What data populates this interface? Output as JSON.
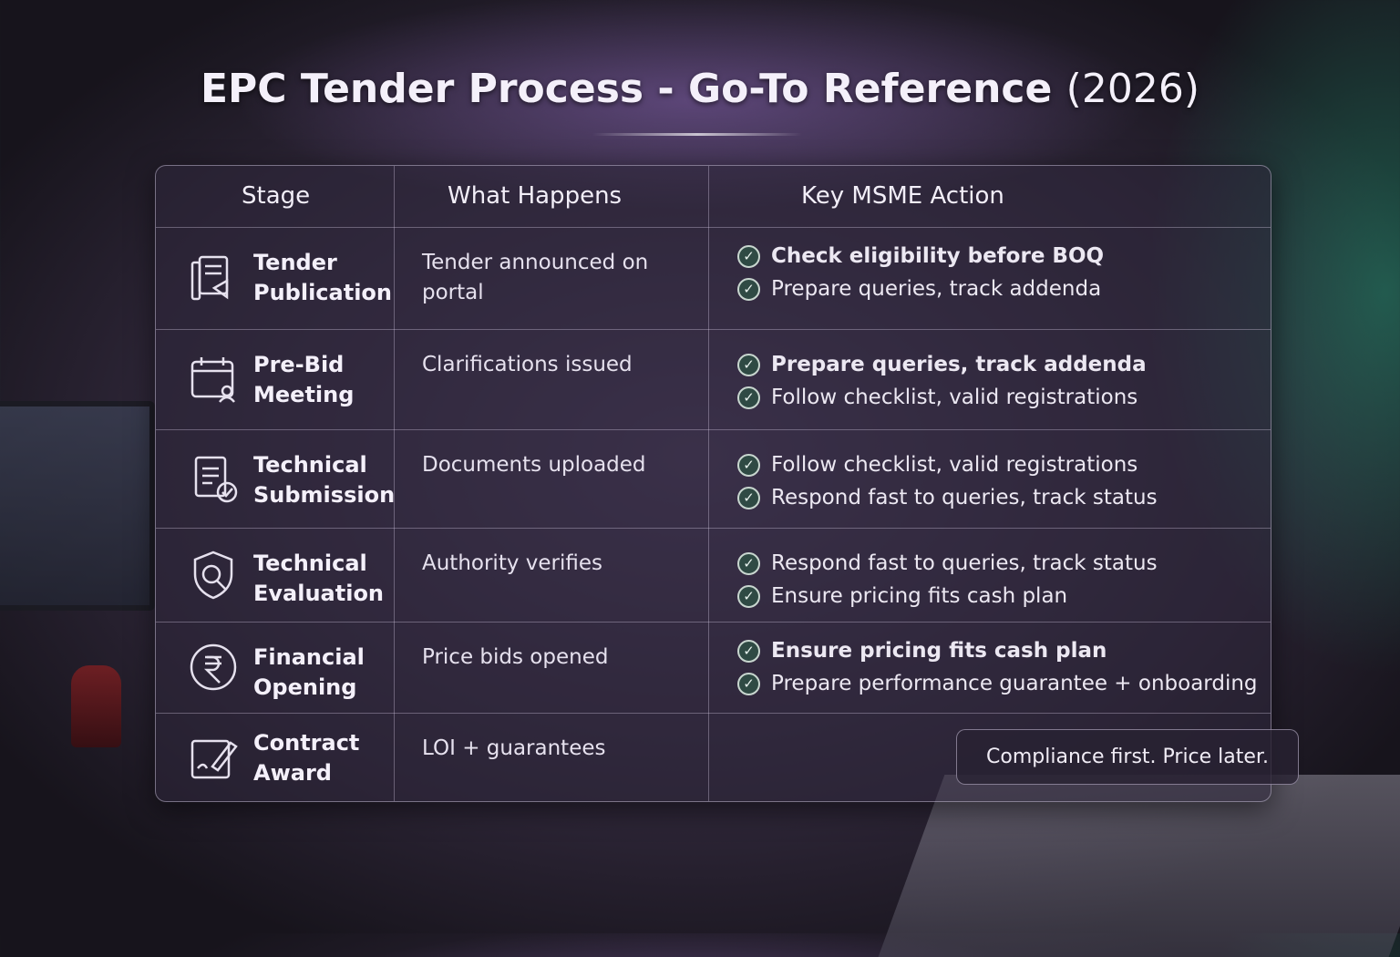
{
  "title": {
    "main": "EPC Tender Process - Go-To Reference",
    "year": "(2026)"
  },
  "headers": [
    "Stage",
    "What Happens",
    "Key MSME Action"
  ],
  "rows": [
    {
      "icon": "tender-document-icon",
      "stage": [
        "Tender",
        "Publication"
      ],
      "what": "Tender announced on portal",
      "actions": [
        {
          "text": "Check eligibility before BOQ",
          "bold": true
        },
        {
          "text": "Prepare queries, track addenda",
          "bold": false
        }
      ]
    },
    {
      "icon": "calendar-meeting-icon",
      "stage": [
        "Pre-Bid",
        "Meeting"
      ],
      "what": "Clarifications issued",
      "actions": [
        {
          "text": "Prepare queries, track addenda",
          "bold": true
        },
        {
          "text": "Follow checklist, valid registrations",
          "bold": false
        }
      ]
    },
    {
      "icon": "document-check-icon",
      "stage": [
        "Technical",
        "Submission"
      ],
      "what": "Documents uploaded",
      "actions": [
        {
          "text": "Follow checklist, valid registrations",
          "bold": false
        },
        {
          "text": "Respond fast to queries, track status",
          "bold": false
        }
      ]
    },
    {
      "icon": "shield-search-icon",
      "stage": [
        "Technical",
        "Evaluation"
      ],
      "what": "Authority verifies",
      "actions": [
        {
          "text": "Respond fast to queries, track status",
          "bold": false
        },
        {
          "text": "Ensure pricing fits cash plan",
          "bold": false
        }
      ]
    },
    {
      "icon": "rupee-icon",
      "stage": [
        "Financial",
        "Opening"
      ],
      "what": "Price bids opened",
      "actions": [
        {
          "text": "Ensure pricing  fits cash plan",
          "bold": true
        },
        {
          "text": "Prepare performance guarantee + onboarding",
          "bold": false
        }
      ]
    },
    {
      "icon": "contract-sign-icon",
      "stage": [
        "Contract",
        "Award"
      ],
      "what": "LOI + guarantees",
      "actions": []
    }
  ],
  "callout": "Compliance first. Price later."
}
